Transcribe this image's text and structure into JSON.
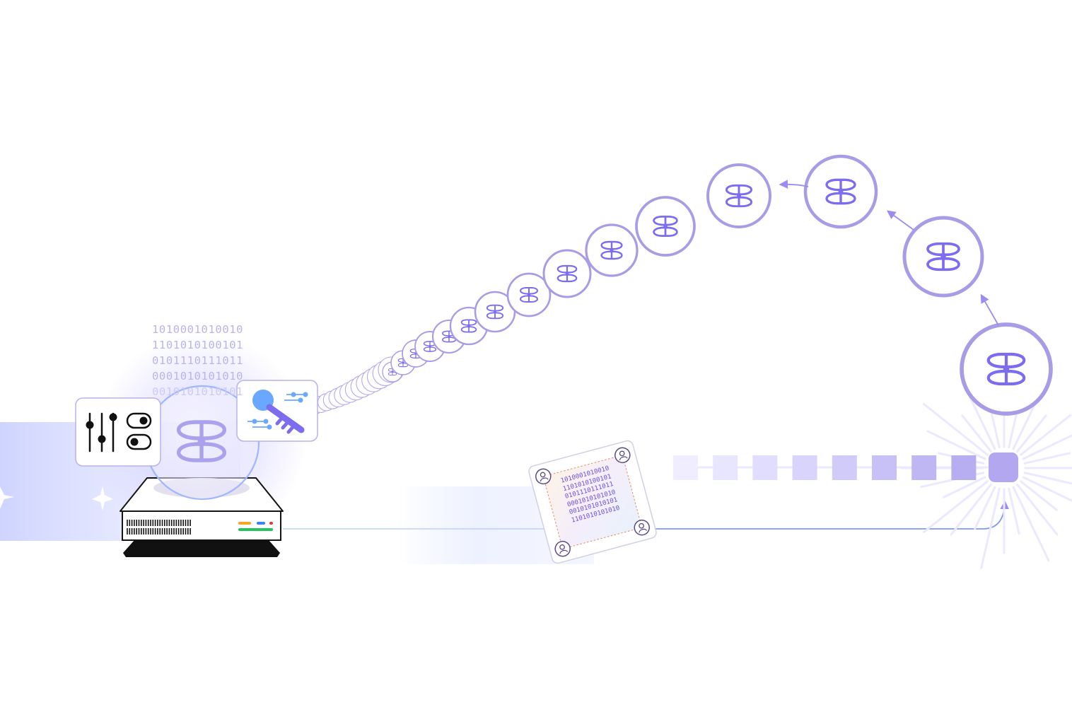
{
  "binary_stack": [
    "1010001010010",
    "1101010100101",
    "0101110111011",
    "0001010101010",
    "0010101010101"
  ],
  "card_binary": [
    "1010001010010",
    "1101010100101",
    "0101110111011",
    "0001010101010",
    "0010101010101",
    "1101010101010"
  ],
  "colors": {
    "accent_purple": "#7b6cf0",
    "ring_purple": "#a99be6",
    "line_blue": "#7fb2f5",
    "glow_lavender": "#d9d6ff",
    "server_dark": "#111111",
    "status_orange": "#f5a623",
    "status_blue": "#3b82f6",
    "status_red": "#e53935",
    "status_green": "#22c55e"
  },
  "icons": {
    "logo_mark": "butterfly-logo-icon",
    "settings": "sliders-toggles-icon",
    "key": "key-icon",
    "person": "person-icon",
    "sparkle": "sparkle-icon"
  }
}
